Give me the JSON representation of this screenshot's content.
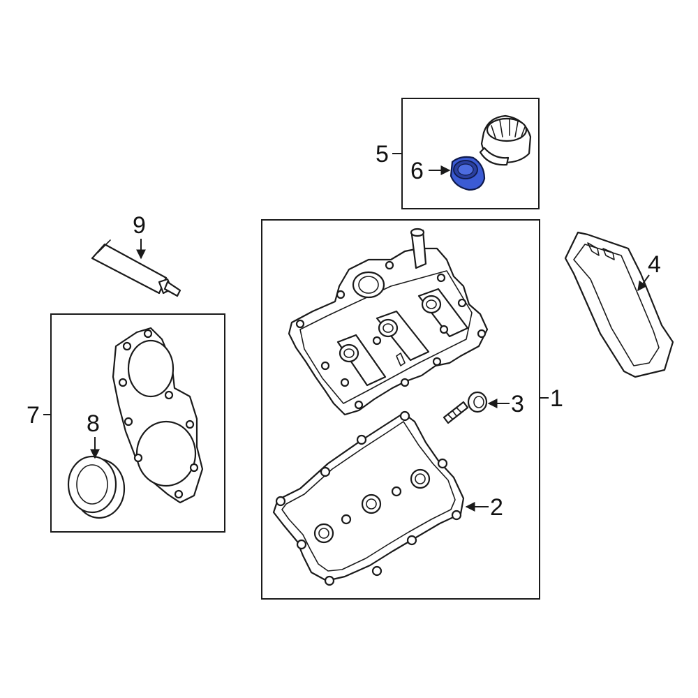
{
  "callouts": {
    "c1": "1",
    "c2": "2",
    "c3": "3",
    "c4": "4",
    "c5": "5",
    "c6": "6",
    "c7": "7",
    "c8": "8",
    "c9": "9"
  },
  "colors": {
    "highlight": "#3b5bd4",
    "line": "#1a1a1a",
    "background": "#ffffff"
  }
}
